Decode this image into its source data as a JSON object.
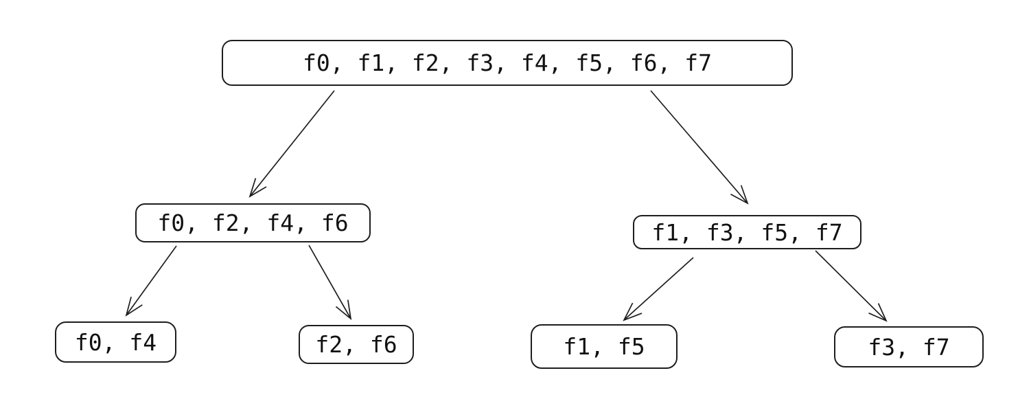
{
  "diagram": {
    "colors": {
      "stroke": "#1d1d1d",
      "text": "#111111",
      "background": "#ffffff"
    },
    "nodes": {
      "root": {
        "label": "f0, f1, f2, f3, f4, f5, f6, f7"
      },
      "evens": {
        "label": "f0, f2, f4, f6"
      },
      "odds": {
        "label": "f1, f3, f5, f7"
      },
      "f0f4": {
        "label": "f0, f4"
      },
      "f2f6": {
        "label": "f2, f6"
      },
      "f1f5": {
        "label": "f1, f5"
      },
      "f3f7": {
        "label": "f3, f7"
      }
    },
    "edges": [
      {
        "from": "root",
        "to": "evens"
      },
      {
        "from": "root",
        "to": "odds"
      },
      {
        "from": "evens",
        "to": "f0f4"
      },
      {
        "from": "evens",
        "to": "f2f6"
      },
      {
        "from": "odds",
        "to": "f1f5"
      },
      {
        "from": "odds",
        "to": "f3f7"
      }
    ]
  }
}
